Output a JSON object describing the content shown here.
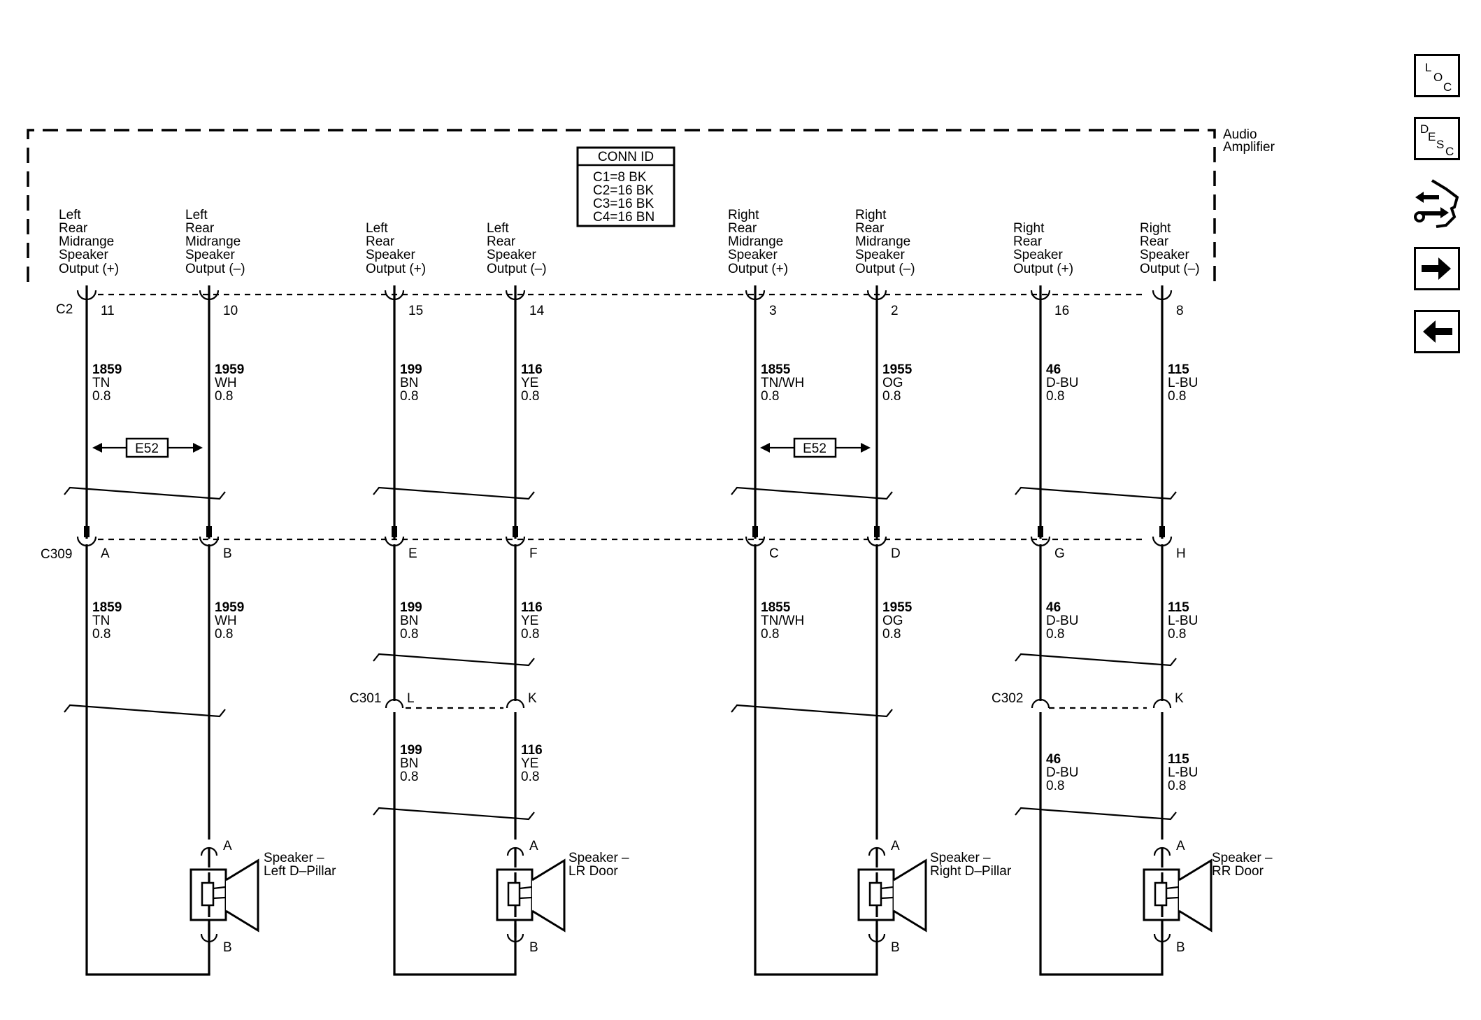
{
  "module": {
    "name_line1": "Audio",
    "name_line2": "Amplifier"
  },
  "conn_id": {
    "title": "CONN ID",
    "rows": [
      "C1=8 BK",
      "C2=16 BK",
      "C3=16 BK",
      "C4=16 BN"
    ]
  },
  "connectors": {
    "c2": "C2",
    "c309": "C309",
    "c301": "C301",
    "c302": "C302"
  },
  "circuits": [
    {
      "output": [
        "Left",
        "Rear",
        "Midrange",
        "Speaker",
        "Output (+)"
      ],
      "c2_pin": "11",
      "c309_pin": "A",
      "wire_upper": [
        "1859",
        "TN",
        "0.8"
      ],
      "wire_lower": [
        "1859",
        "TN",
        "0.8"
      ]
    },
    {
      "output": [
        "Left",
        "Rear",
        "Midrange",
        "Speaker",
        "Output (–)"
      ],
      "c2_pin": "10",
      "c309_pin": "B",
      "wire_upper": [
        "1959",
        "WH",
        "0.8"
      ],
      "wire_lower": [
        "1959",
        "WH",
        "0.8"
      ]
    },
    {
      "output": [
        "Left",
        "Rear",
        "Speaker",
        "Output (+)"
      ],
      "c2_pin": "15",
      "c309_pin": "E",
      "wire_upper": [
        "199",
        "BN",
        "0.8"
      ],
      "wire_lower": [
        "199",
        "BN",
        "0.8"
      ],
      "inline_pin": "L",
      "wire_door": [
        "199",
        "BN",
        "0.8"
      ]
    },
    {
      "output": [
        "Left",
        "Rear",
        "Speaker",
        "Output (–)"
      ],
      "c2_pin": "14",
      "c309_pin": "F",
      "wire_upper": [
        "116",
        "YE",
        "0.8"
      ],
      "wire_lower": [
        "116",
        "YE",
        "0.8"
      ],
      "inline_pin": "K",
      "wire_door": [
        "116",
        "YE",
        "0.8"
      ]
    },
    {
      "output": [
        "Right",
        "Rear",
        "Midrange",
        "Speaker",
        "Output (+)"
      ],
      "c2_pin": "3",
      "c309_pin": "C",
      "wire_upper": [
        "1855",
        "TN/WH",
        "0.8"
      ],
      "wire_lower": [
        "1855",
        "TN/WH",
        "0.8"
      ]
    },
    {
      "output": [
        "Right",
        "Rear",
        "Midrange",
        "Speaker",
        "Output (–)"
      ],
      "c2_pin": "2",
      "c309_pin": "D",
      "wire_upper": [
        "1955",
        "OG",
        "0.8"
      ],
      "wire_lower": [
        "1955",
        "OG",
        "0.8"
      ]
    },
    {
      "output": [
        "Right",
        "Rear",
        "Speaker",
        "Output (+)"
      ],
      "c2_pin": "16",
      "c309_pin": "G",
      "wire_upper": [
        "46",
        "D-BU",
        "0.8"
      ],
      "wire_lower": [
        "46",
        "D-BU",
        "0.8"
      ],
      "inline_pin": "",
      "wire_door": [
        "46",
        "D-BU",
        "0.8"
      ]
    },
    {
      "output": [
        "Right",
        "Rear",
        "Speaker",
        "Output (–)"
      ],
      "c2_pin": "8",
      "c309_pin": "H",
      "wire_upper": [
        "115",
        "L-BU",
        "0.8"
      ],
      "wire_lower": [
        "115",
        "L-BU",
        "0.8"
      ],
      "inline_pin": "K",
      "wire_door": [
        "115",
        "L-BU",
        "0.8"
      ]
    }
  ],
  "splice_tags": [
    "E52",
    "E52"
  ],
  "speakers": [
    {
      "name": [
        "Speaker –",
        "Left D–Pillar"
      ],
      "pin_top": "A",
      "pin_bottom": "B"
    },
    {
      "name": [
        "Speaker –",
        "LR Door"
      ],
      "pin_top": "A",
      "pin_bottom": "B"
    },
    {
      "name": [
        "Speaker –",
        "Right D–Pillar"
      ],
      "pin_top": "A",
      "pin_bottom": "B"
    },
    {
      "name": [
        "Speaker –",
        "RR Door"
      ],
      "pin_top": "A",
      "pin_bottom": "B"
    }
  ],
  "nav": {
    "loc": [
      "L",
      "O",
      "C"
    ],
    "desc": [
      "D",
      "E",
      "S",
      "C"
    ],
    "icons": [
      "schematic-connector-icon",
      "arrow-right-icon",
      "arrow-left-icon"
    ]
  }
}
